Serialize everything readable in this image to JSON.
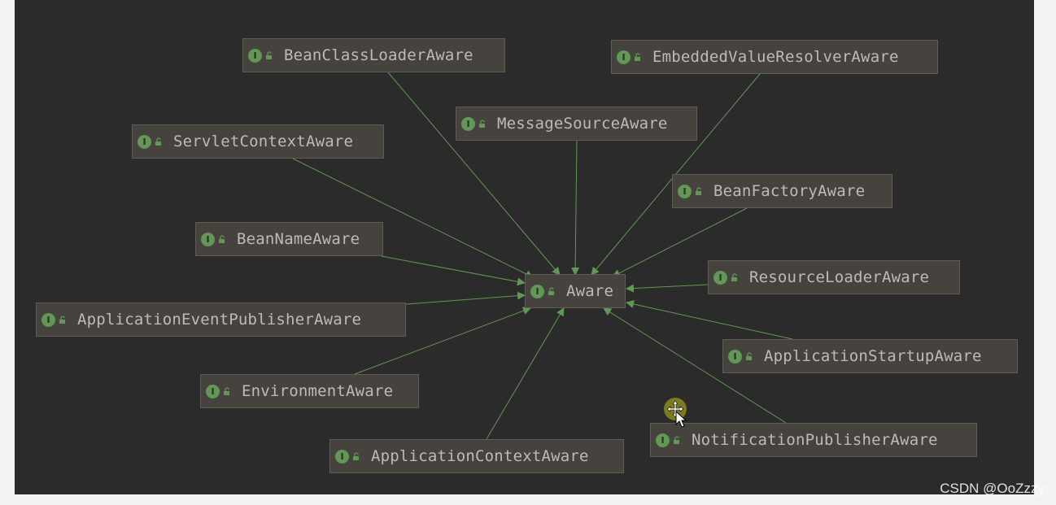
{
  "diagram": {
    "colors": {
      "background": "#2b2b2b",
      "node_fill": "#46433e",
      "node_border": "#5f5c57",
      "node_text": "#bbbbbb",
      "edge": "#629755",
      "interface_icon": "#629755"
    },
    "center": {
      "id": "aware",
      "label": "Aware",
      "icon": "interface-icon"
    },
    "nodes": [
      {
        "id": "bean-class-loader-aware",
        "label": "BeanClassLoaderAware"
      },
      {
        "id": "embedded-value-resolver-aware",
        "label": "EmbeddedValueResolverAware"
      },
      {
        "id": "message-source-aware",
        "label": "MessageSourceAware"
      },
      {
        "id": "servlet-context-aware",
        "label": "ServletContextAware"
      },
      {
        "id": "bean-factory-aware",
        "label": "BeanFactoryAware"
      },
      {
        "id": "bean-name-aware",
        "label": "BeanNameAware"
      },
      {
        "id": "resource-loader-aware",
        "label": "ResourceLoaderAware"
      },
      {
        "id": "application-event-publisher-aware",
        "label": "ApplicationEventPublisherAware"
      },
      {
        "id": "application-startup-aware",
        "label": "ApplicationStartupAware"
      },
      {
        "id": "environment-aware",
        "label": "EnvironmentAware"
      },
      {
        "id": "notification-publisher-aware",
        "label": "NotificationPublisherAware"
      },
      {
        "id": "application-context-aware",
        "label": "ApplicationContextAware"
      }
    ],
    "icon_letter": "I",
    "relation": "extends"
  },
  "watermark": "CSDN @OoZzzy"
}
